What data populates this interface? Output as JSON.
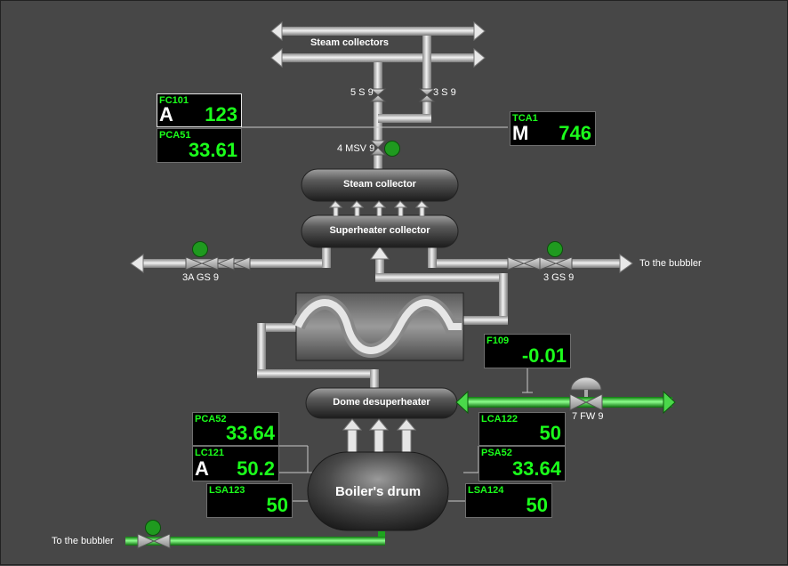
{
  "colors": {
    "background": "#474747",
    "value_green": "#1bff1b",
    "pipe_grey": "#bfbfbf",
    "feedwater_green": "#22cc22",
    "lamp_green": "#1f9a1f"
  },
  "vessels": {
    "steam_collectors": "Steam collectors",
    "steam_collector": "Steam collector",
    "superheater_collector": "Superheater collector",
    "dome_desuperheater": "Dome desuperheater",
    "boiler_drum": "Boiler's drum"
  },
  "valves": {
    "v5s9": "5 S 9",
    "v3s9": "3 S 9",
    "v4msv9": "4 MSV 9",
    "v3ags9": "3A GS 9",
    "v3gs9": "3 GS 9",
    "v7fw9": "7 FW 9"
  },
  "outlets": {
    "bubbler_right": "To the bubbler",
    "bubbler_left": "To the bubbler"
  },
  "panels": {
    "fc101": {
      "tag": "FC101",
      "mode": "A",
      "value": "123"
    },
    "pca51": {
      "tag": "PCA51",
      "value": "33.61"
    },
    "tca1": {
      "tag": "TCA1",
      "mode": "M",
      "value": "746"
    },
    "f109": {
      "tag": "F109",
      "value": "-0.01"
    },
    "pca52": {
      "tag": "PCA52",
      "value": "33.64"
    },
    "lc121": {
      "tag": "LC121",
      "mode": "A",
      "value": "50.2"
    },
    "lsa123": {
      "tag": "LSA123",
      "value": "50"
    },
    "lca122": {
      "tag": "LCA122",
      "value": "50"
    },
    "psa52": {
      "tag": "PSA52",
      "value": "33.64"
    },
    "lsa124": {
      "tag": "LSA124",
      "value": "50"
    }
  }
}
